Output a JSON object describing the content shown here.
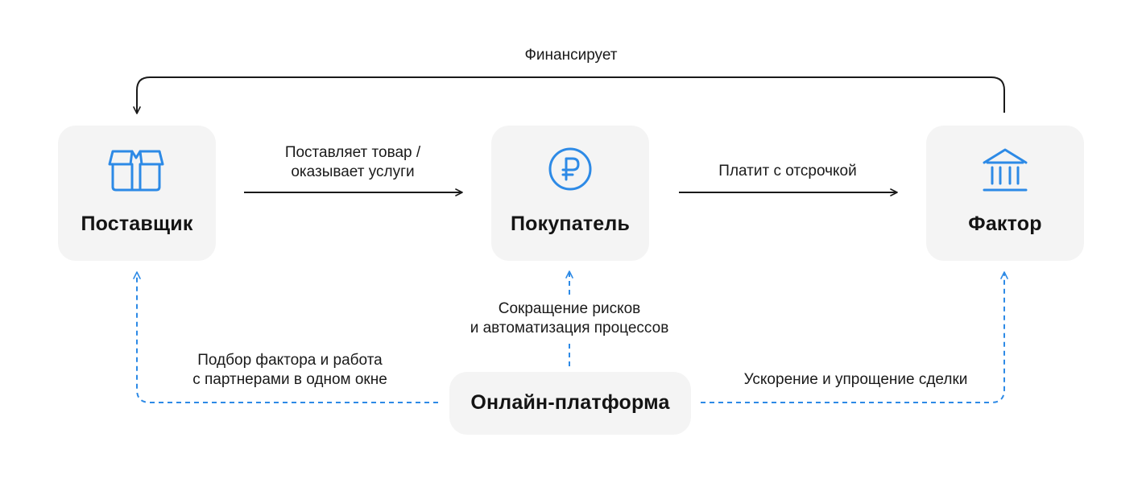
{
  "nodes": {
    "supplier": {
      "title": "Поставщик",
      "icon": "box-icon"
    },
    "buyer": {
      "title": "Покупатель",
      "icon": "ruble-icon"
    },
    "factor": {
      "title": "Фактор",
      "icon": "bank-icon"
    },
    "platform": {
      "title": "Онлайн-платформа"
    }
  },
  "edges": {
    "finances": {
      "label": "Финансирует"
    },
    "supplies": {
      "line1": "Поставляет товар /",
      "line2": "оказывает услуги"
    },
    "pays": {
      "label": "Платит с отсрочкой"
    },
    "risks": {
      "line1": "Сокращение рисков",
      "line2": "и автоматизация процессов"
    },
    "selection": {
      "line1": "Подбор фактора и работа",
      "line2": "с партнерами в одном окне"
    },
    "speedup": {
      "label": "Ускорение и упрощение сделки"
    }
  },
  "colors": {
    "accent": "#2d8ae6",
    "arrow": "#1a1a1a",
    "card": "#f4f4f4"
  }
}
